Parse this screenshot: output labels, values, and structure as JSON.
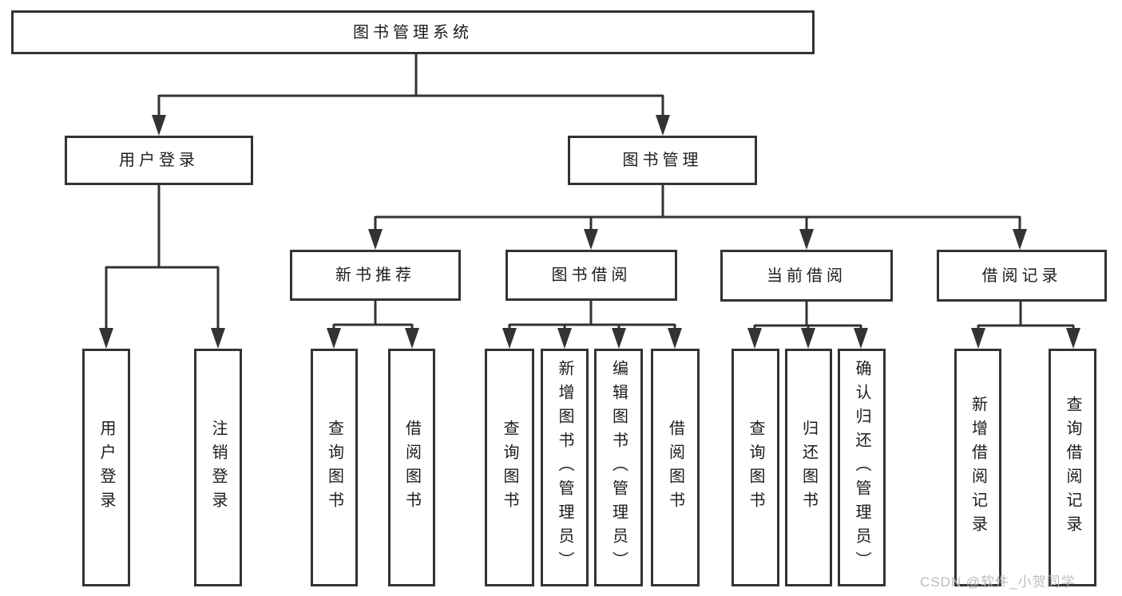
{
  "diagram": {
    "title": "图书管理系统",
    "type": "functional-structure-tree",
    "colors": {
      "line": "#333333",
      "box_border": "#333333",
      "box_fill": "#ffffff",
      "text": "#1c1c1c",
      "background": "#ffffff",
      "watermark": "#b8b8b8"
    }
  },
  "tree": {
    "label": "图书管理系统",
    "children": [
      {
        "label": "用户登录",
        "children": [
          {
            "label": "用户登录"
          },
          {
            "label": "注销登录"
          }
        ]
      },
      {
        "label": "图书管理",
        "children": [
          {
            "label": "新书推荐",
            "children": [
              {
                "label": "查询图书"
              },
              {
                "label": "借阅图书"
              }
            ]
          },
          {
            "label": "图书借阅",
            "children": [
              {
                "label": "查询图书"
              },
              {
                "label": "新增图书（管理员）"
              },
              {
                "label": "编辑图书（管理员）"
              },
              {
                "label": "借阅图书"
              }
            ]
          },
          {
            "label": "当前借阅",
            "children": [
              {
                "label": "查询图书"
              },
              {
                "label": "归还图书"
              },
              {
                "label": "确认归还（管理员）"
              }
            ]
          },
          {
            "label": "借阅记录",
            "children": [
              {
                "label": "新增借阅记录"
              },
              {
                "label": "查询借阅记录"
              }
            ]
          }
        ]
      }
    ]
  },
  "watermark": {
    "text": "CSDN @软件_小贺同学"
  }
}
